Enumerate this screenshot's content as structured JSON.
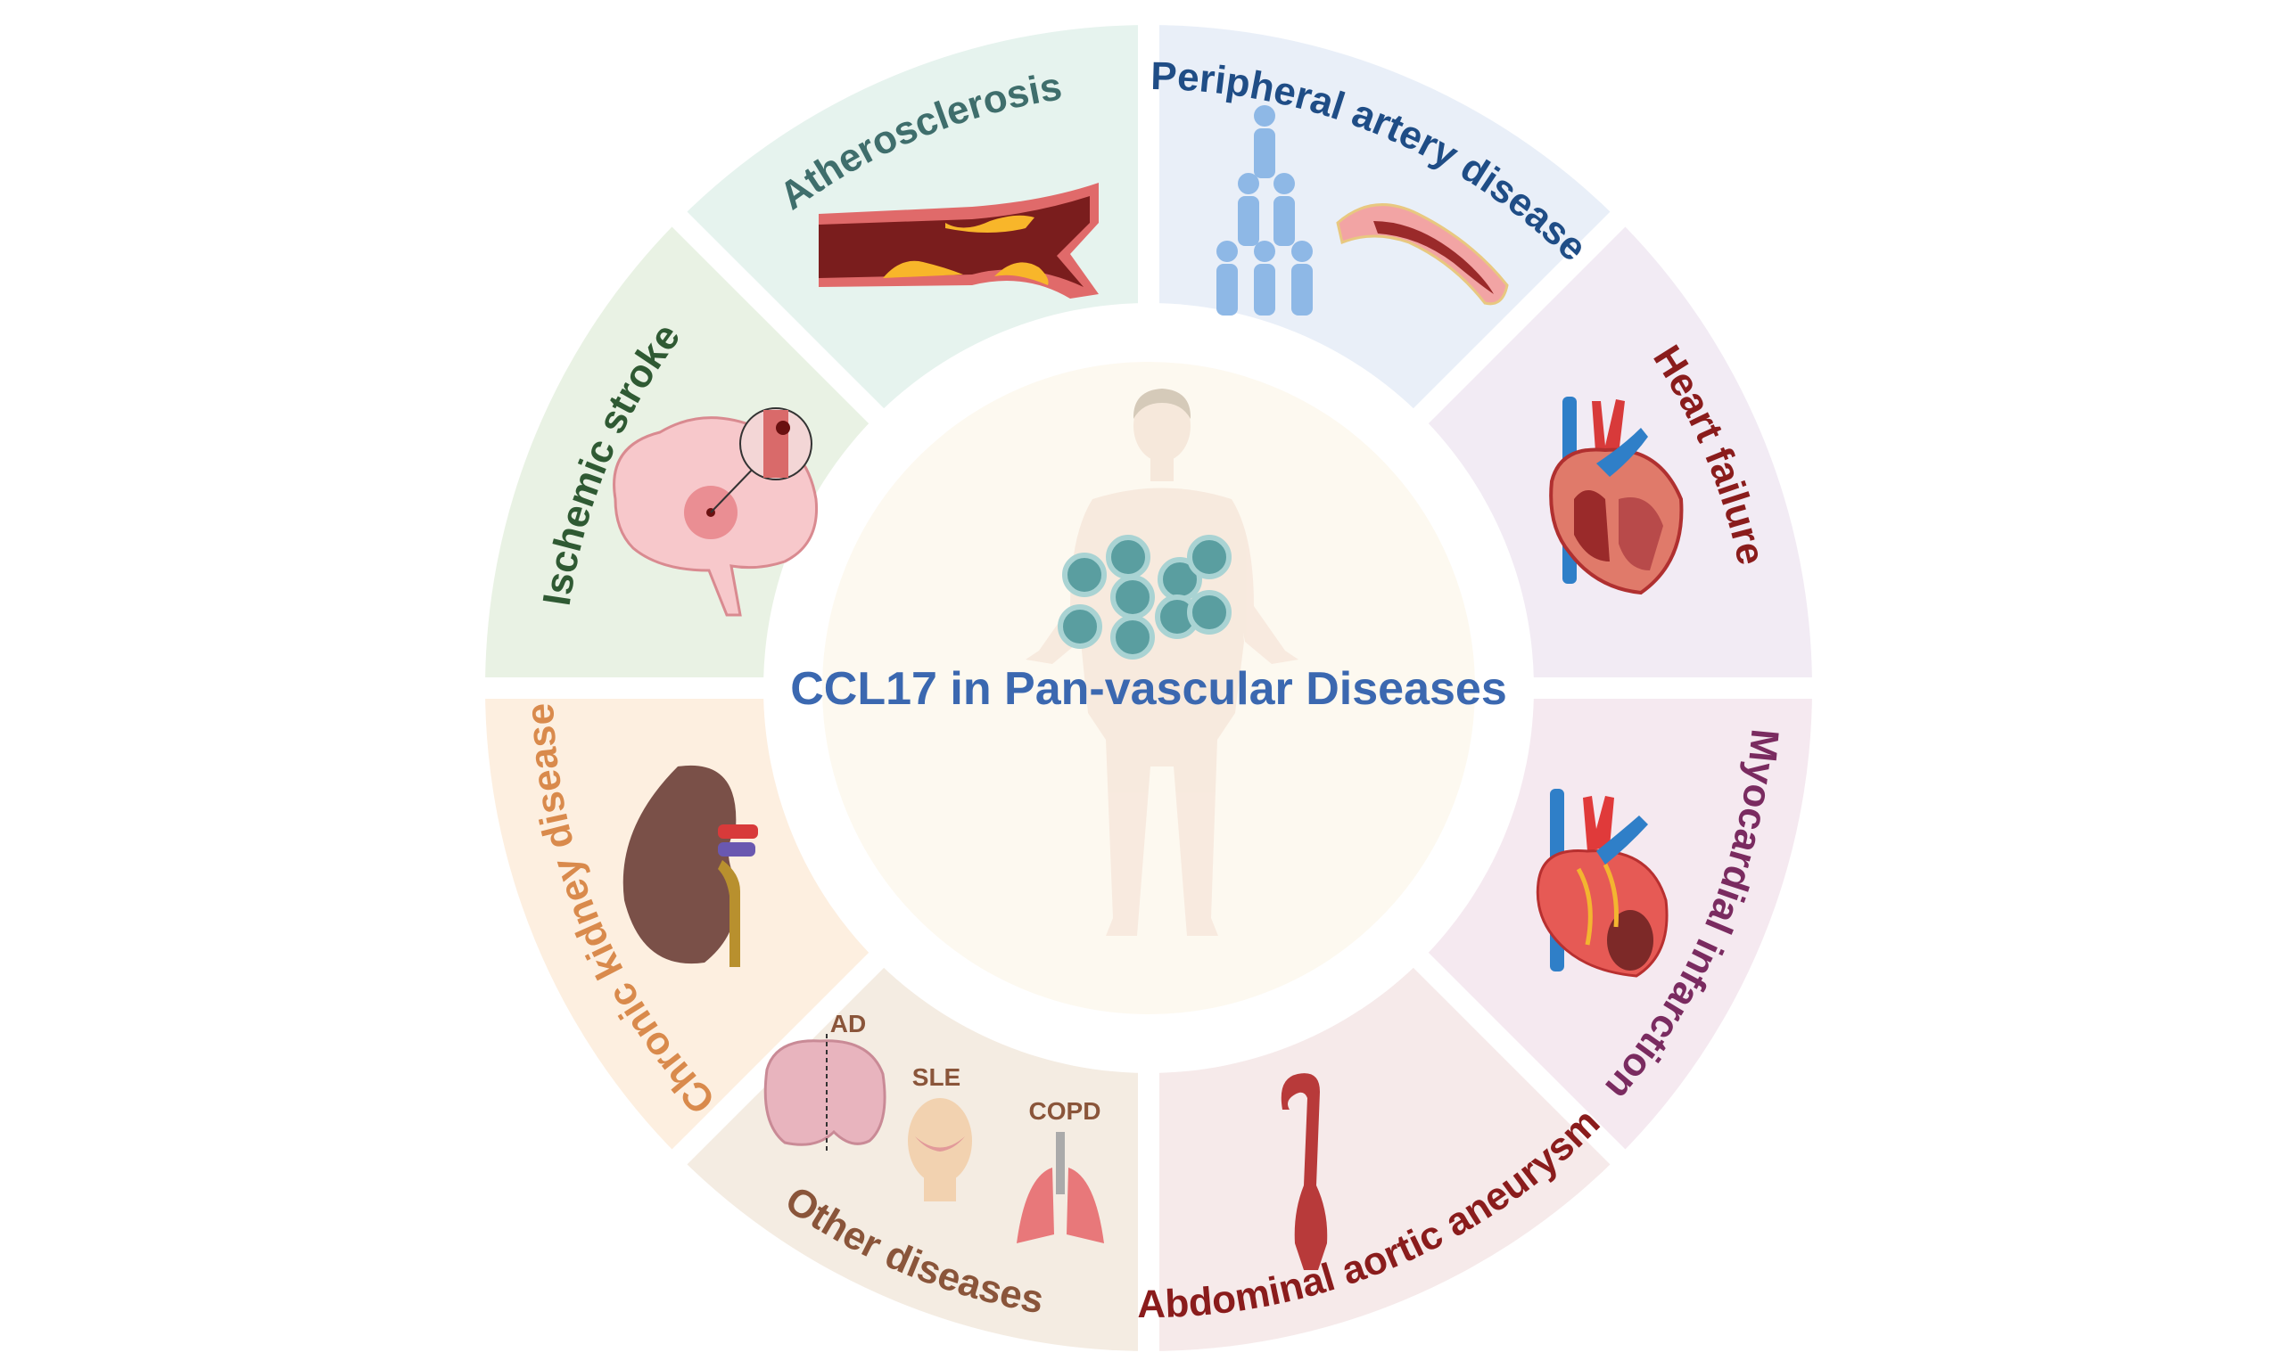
{
  "title": "CCL17 in Pan-vascular Diseases",
  "colors": {
    "title": "#3b68b0",
    "center_fill": "#fdf9f0"
  },
  "segments": [
    {
      "id": "atherosclerosis",
      "label": "Atherosclerosis",
      "fill": "#e6f3ee",
      "text": "#3f6e6c"
    },
    {
      "id": "peripheral-artery-disease",
      "label": "Peripheral artery disease",
      "fill": "#e9eff8",
      "text": "#1f4d86"
    },
    {
      "id": "heart-failure",
      "label": "Heart failure",
      "fill": "#f2ebf4",
      "text": "#8a1c1c"
    },
    {
      "id": "myocardial-infarction",
      "label": "Myocardial infarction",
      "fill": "#f5e9f0",
      "text": "#7a2b60"
    },
    {
      "id": "abdominal-aortic-aneurysm",
      "label": "Abdominal aortic aneurysm",
      "fill": "#f6eaea",
      "text": "#8a1c1c"
    },
    {
      "id": "other-diseases",
      "label": "Other diseases",
      "fill": "#f4ece2",
      "text": "#8a553a"
    },
    {
      "id": "chronic-kidney-disease",
      "label": "Chronic kidney disease",
      "fill": "#fdefe0",
      "text": "#d98a4c"
    },
    {
      "id": "ischemic-stroke",
      "label": "Ischemic stroke",
      "fill": "#e9f2e4",
      "text": "#2f5a33"
    }
  ],
  "other_diseases": {
    "ad": "AD",
    "sle": "SLE",
    "copd": "COPD"
  }
}
